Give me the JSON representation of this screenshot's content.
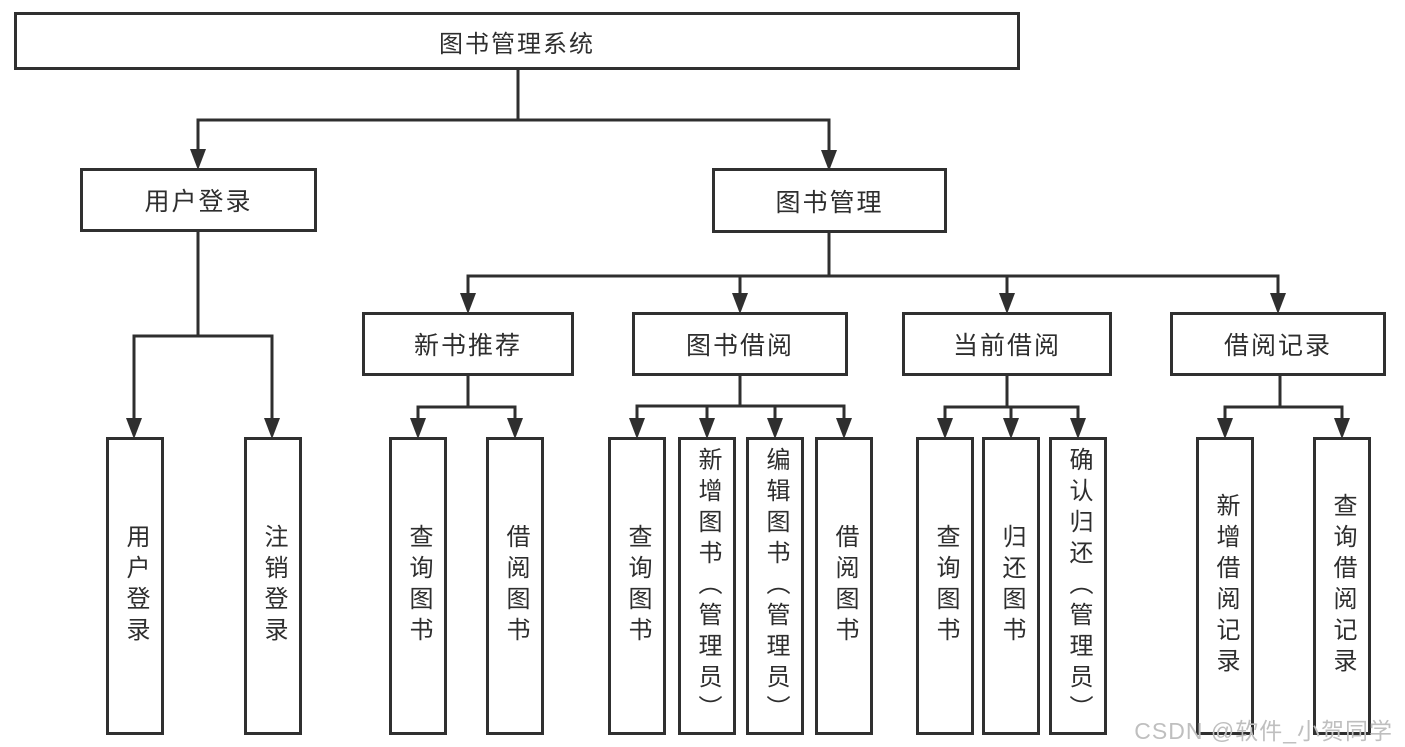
{
  "diagram": {
    "root": "图书管理系统",
    "level1": [
      {
        "label": "用户登录",
        "children": [
          "用户登录",
          "注销登录"
        ]
      },
      {
        "label": "图书管理",
        "sections": [
          {
            "label": "新书推荐",
            "children": [
              "查询图书",
              "借阅图书"
            ]
          },
          {
            "label": "图书借阅",
            "children": [
              "查询图书",
              "新增图书（管理员）",
              "编辑图书（管理员）",
              "借阅图书"
            ]
          },
          {
            "label": "当前借阅",
            "children": [
              "查询图书",
              "归还图书",
              "确认归还（管理员）"
            ]
          },
          {
            "label": "借阅记录",
            "children": [
              "新增借阅记录",
              "查询借阅记录"
            ]
          }
        ]
      }
    ]
  },
  "watermark": "CSDN @软件_小贺同学",
  "colors": {
    "line": "#2f2f2f",
    "box_border": "#303030",
    "box_fill": "#ffffff",
    "text": "#2e2e2e",
    "watermark": "#bfbfbf"
  }
}
